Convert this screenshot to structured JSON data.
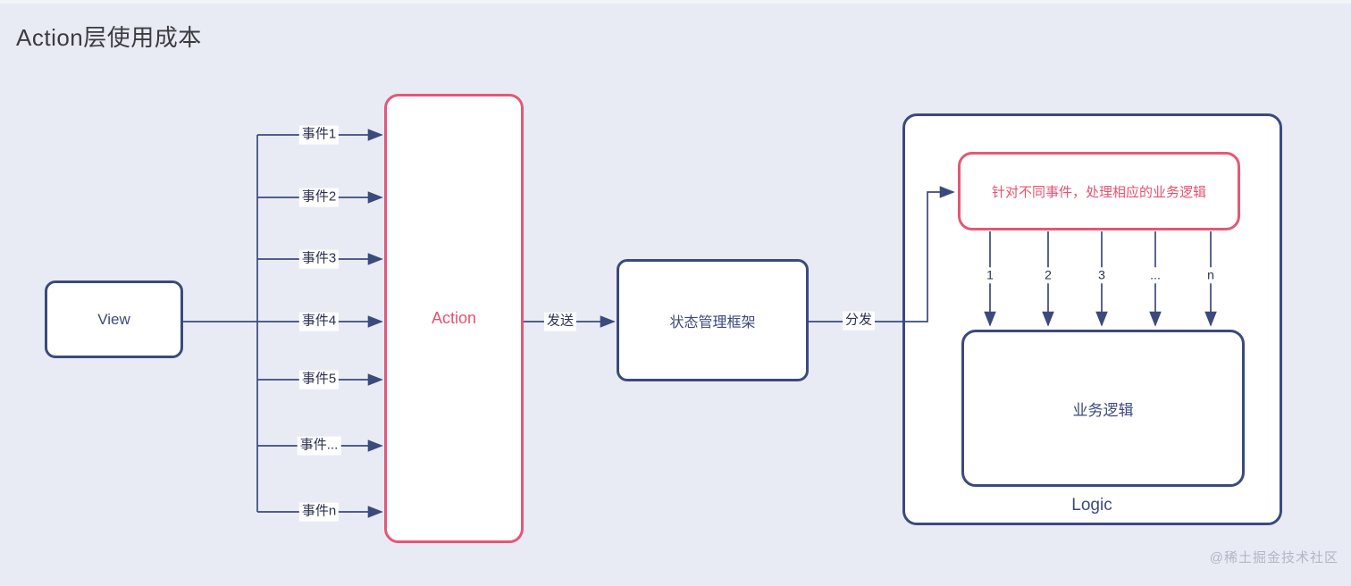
{
  "title": "Action层使用成本",
  "colors": {
    "background": "#e9ebf4",
    "primary_navy": "#3b4a7c",
    "accent_pink": "#e55776",
    "title_text": "#3b3b40",
    "label_text": "#2b3150",
    "watermark_text": "#b1b6c5"
  },
  "view": {
    "label": "View"
  },
  "events": [
    {
      "label": "事件1"
    },
    {
      "label": "事件2"
    },
    {
      "label": "事件3"
    },
    {
      "label": "事件4"
    },
    {
      "label": "事件5"
    },
    {
      "label": "事件..."
    },
    {
      "label": "事件n"
    }
  ],
  "action": {
    "label": "Action"
  },
  "edge_labels": {
    "send": "发送",
    "dispatch": "分发"
  },
  "state_box": {
    "label": "状态管理框架"
  },
  "logic": {
    "caption": "Logic",
    "handler_label": "针对不同事件，处理相应的业务逻辑",
    "branch_labels": [
      "1",
      "2",
      "3",
      "...",
      "n"
    ],
    "business_label": "业务逻辑"
  },
  "watermark": "@稀土掘金技术社区"
}
